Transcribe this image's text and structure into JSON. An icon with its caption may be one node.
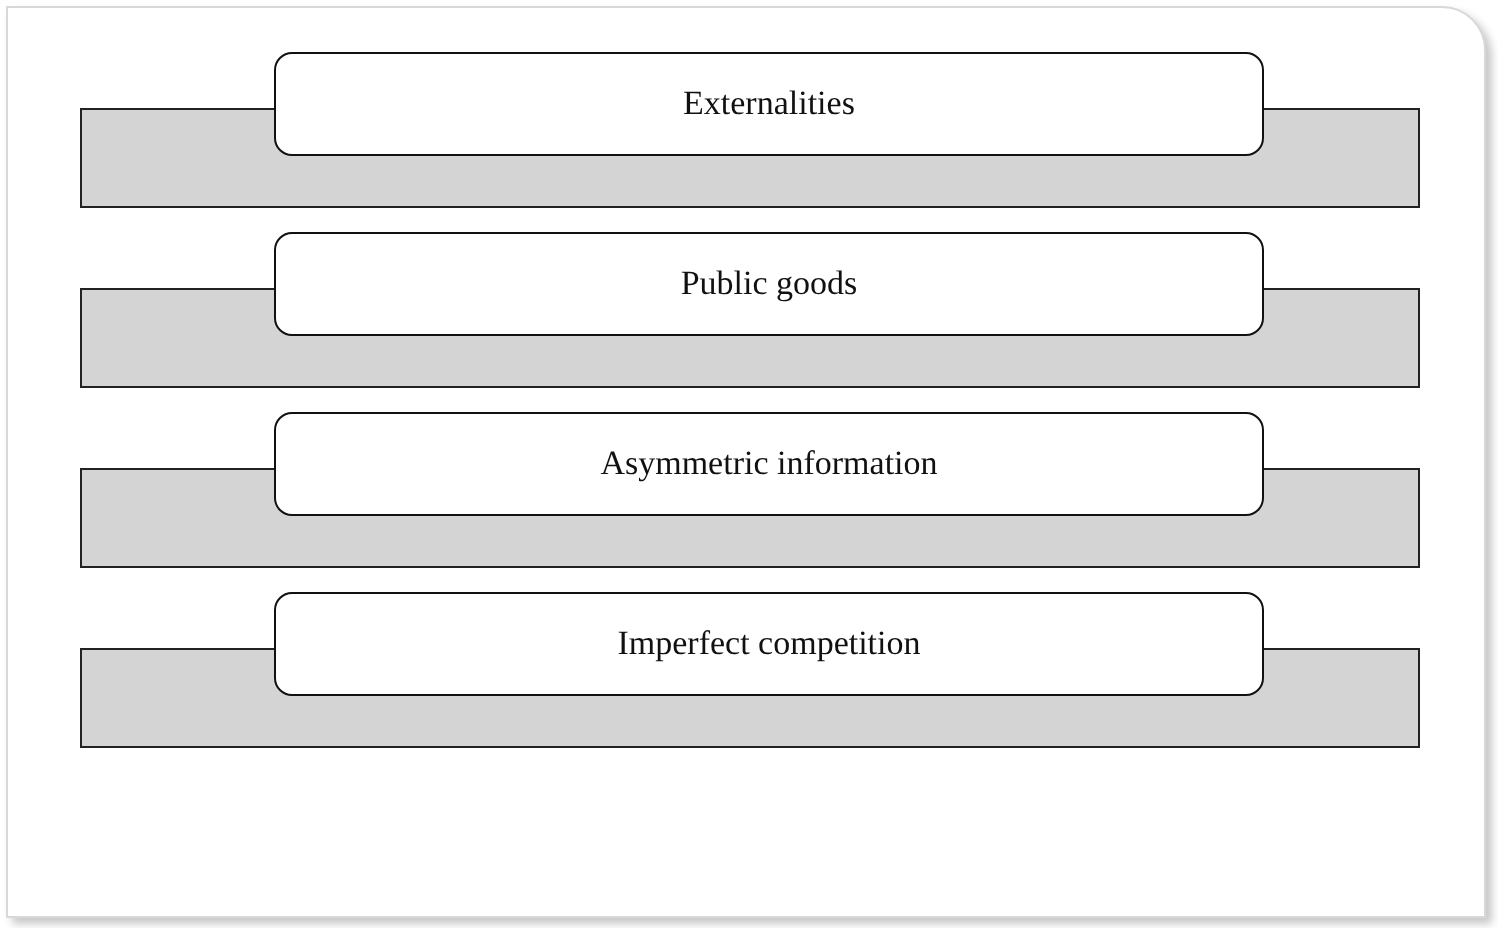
{
  "diagram": {
    "nodes": [
      {
        "text": [
          "Externalities"
        ]
      },
      {
        "text": [],
        "shape": "bar"
      },
      {
        "text": [
          "Public goods"
        ]
      },
      {
        "text": [],
        "shape": "bar"
      },
      {
        "text": [
          "Asymmetric information"
        ]
      },
      {
        "text": [],
        "shape": "bar"
      },
      {
        "text": [
          "Imperfect competition"
        ]
      },
      {
        "text": [],
        "shape": "bar"
      }
    ]
  }
}
